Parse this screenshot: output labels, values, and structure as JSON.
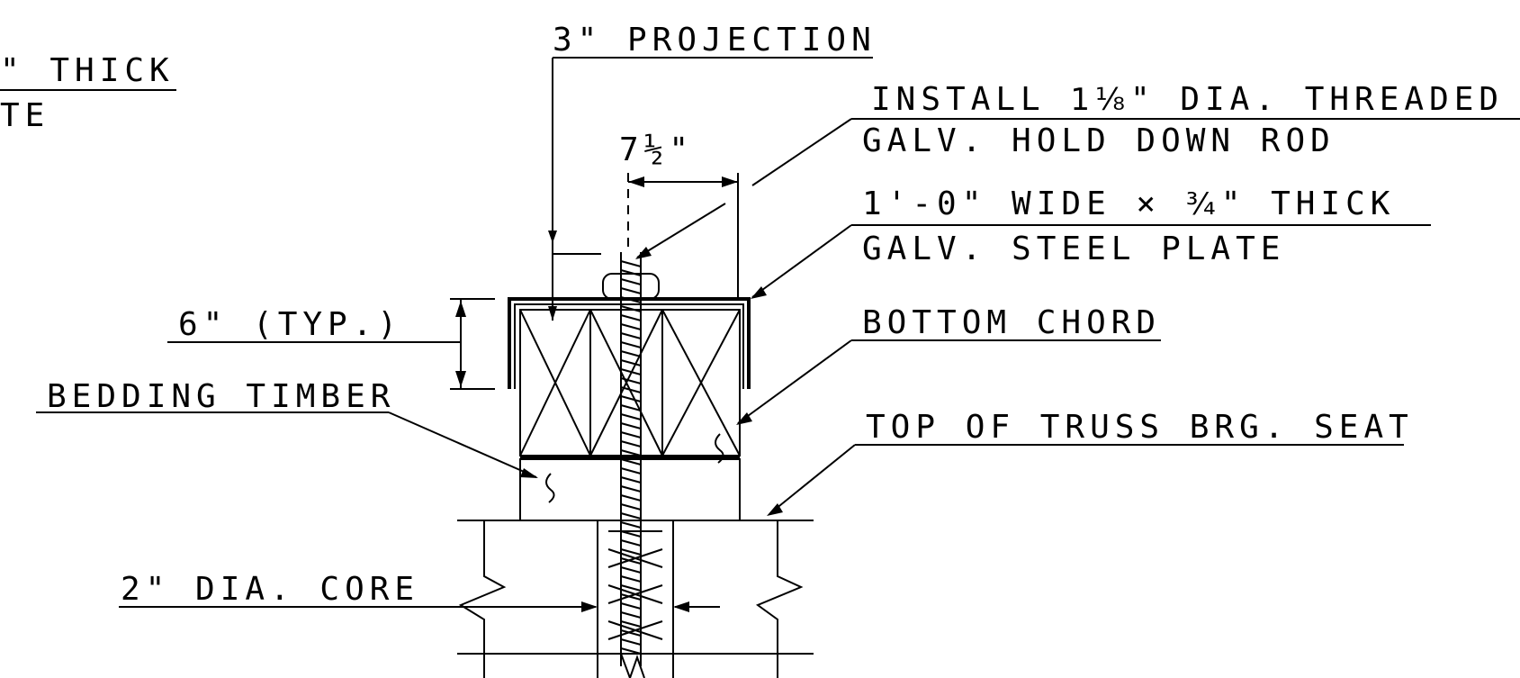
{
  "labels": {
    "partial_thick": "\" THICK",
    "partial_plate": "TE",
    "projection": "3\" PROJECTION",
    "rod_line1_a": "INSTALL ",
    "rod_line1_frac": "1⅛",
    "rod_line1_b": "\" DIA. THREADED",
    "rod_line2": "GALV. HOLD DOWN ROD",
    "dim_width": "7½\"",
    "plate_line1_a": "1'-0\" WIDE × ",
    "plate_line1_frac": "¾",
    "plate_line1_b": "\" THICK",
    "plate_line2": "GALV. STEEL PLATE",
    "typ": "6\" (TYP.)",
    "bottom_chord": "BOTTOM CHORD",
    "bedding": "BEDDING TIMBER",
    "truss_seat": "TOP OF TRUSS BRG. SEAT",
    "core": "2\" DIA. CORE"
  }
}
